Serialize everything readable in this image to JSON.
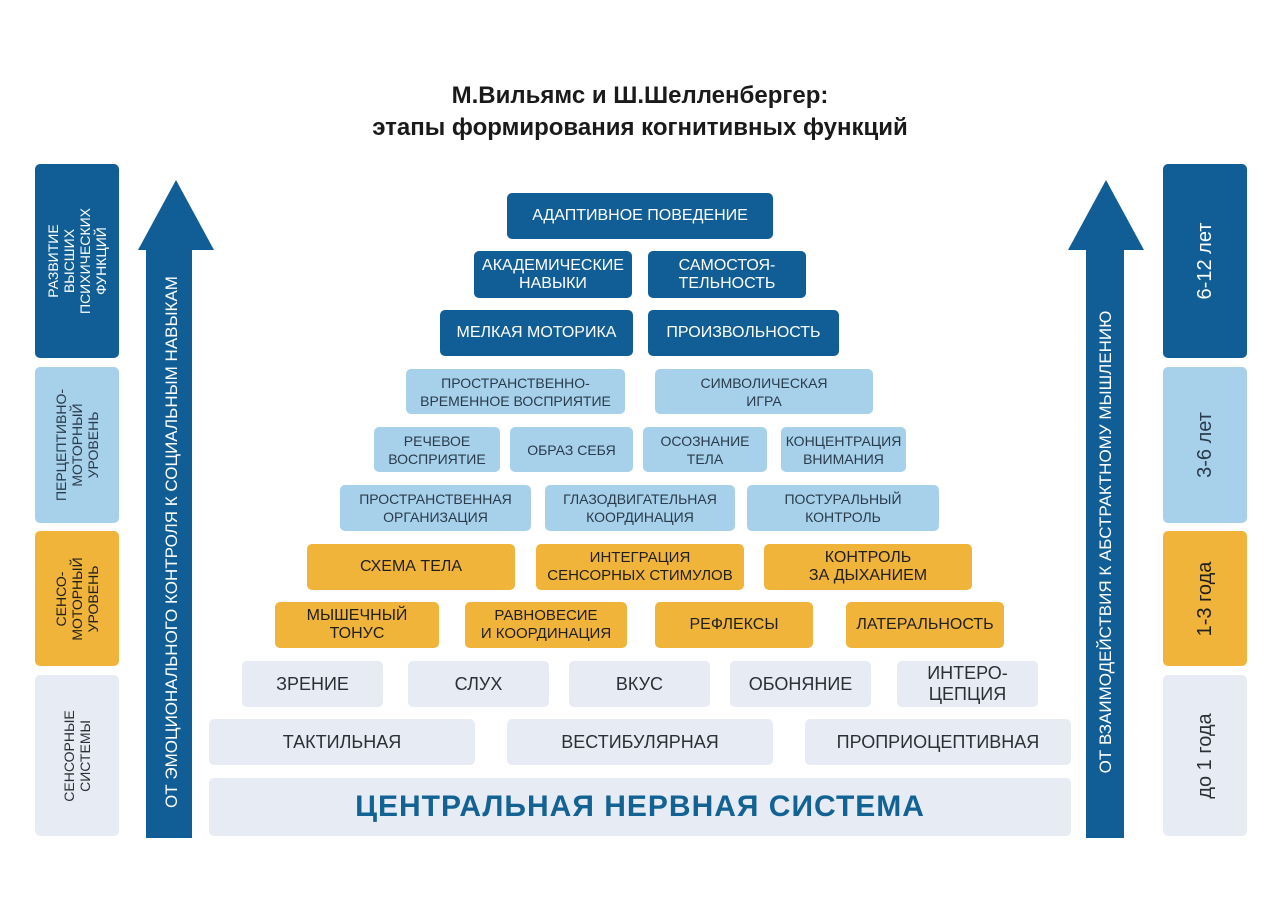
{
  "title": {
    "line1": "М.Вильямс и Ш.Шелленбергер:",
    "line2": "этапы формирования когнитивных функций"
  },
  "levels_left": [
    "развитие высших\nпсихических\nфункций",
    "перцептивно-\nмоторный\nуровень",
    "сенсо-\nмоторный\nуровень",
    "сенсорные\nсистемы"
  ],
  "ages_right": [
    "6-12 лет",
    "3-6 лет",
    "1-3 года",
    "до 1 года"
  ],
  "arrow_left": "от эмоционального контроля к социальным навыкам",
  "arrow_right": "от взаимодействия к абстрактному мышлению",
  "pyramid": {
    "row1": [
      "адаптивное поведение"
    ],
    "row2": [
      "академические\nнавыки",
      "самостоя-\nтельность"
    ],
    "row3": [
      "мелкая моторика",
      "произвольность"
    ],
    "row4": [
      "пространственно-\nвременное восприятие",
      "символическая\nигра"
    ],
    "row5": [
      "речевое\nвосприятие",
      "образ себя",
      "осознание\nтела",
      "концентрация\nвнимания"
    ],
    "row6": [
      "пространственная\nорганизация",
      "глазодвигательная\nкоординация",
      "постуральный\nконтроль"
    ],
    "row7": [
      "схема тела",
      "интеграция\nсенсорных стимулов",
      "контроль\nза дыханием"
    ],
    "row8": [
      "мышечный\nтонус",
      "равновесие\nи координация",
      "рефлексы",
      "латеральность"
    ],
    "row9": [
      "зрение",
      "слух",
      "вкус",
      "обоняние",
      "интеро-\nцепция"
    ],
    "row10": [
      "тактильная",
      "вестибулярная",
      "проприоцептивная"
    ],
    "base": "центральная нервная система"
  },
  "colors": {
    "dark_blue": "#115e96",
    "light_blue": "#a7d1ea",
    "orange": "#f0b43a",
    "grey": "#e7ecf4"
  }
}
